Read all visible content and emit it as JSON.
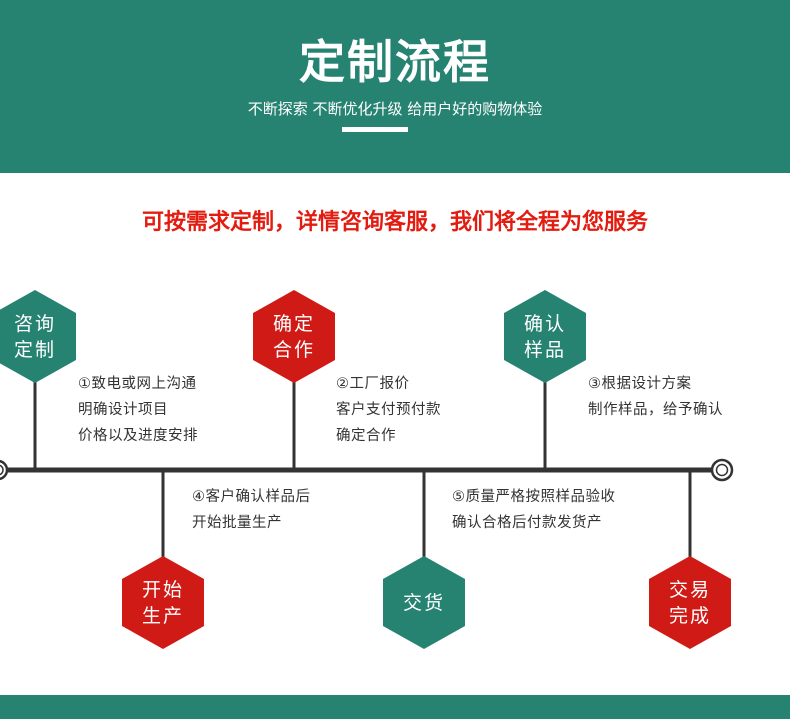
{
  "header": {
    "title": "定制流程",
    "subtitle": "不断探索 不断优化升级 给用户好的购物体验"
  },
  "slogan": "可按需求定制，详情咨询客服，我们将全程为您服务",
  "colors": {
    "green": "#268371",
    "red": "#cf1a16",
    "line": "#333333",
    "slogan": "#e21c10"
  },
  "steps": {
    "consult": {
      "line1": "咨询",
      "line2": "定制"
    },
    "confirm": {
      "line1": "确定",
      "line2": "合作"
    },
    "sample": {
      "line1": "确认",
      "line2": "样品"
    },
    "production": {
      "line1": "开始",
      "line2": "生产"
    },
    "delivery": {
      "line1": "交货"
    },
    "complete": {
      "line1": "交易",
      "line2": "完成"
    }
  },
  "descriptions": {
    "d1": [
      "①致电或网上沟通",
      "明确设计项目",
      "价格以及进度安排"
    ],
    "d2": [
      "②工厂报价",
      "客户支付预付款",
      "确定合作"
    ],
    "d3": [
      "③根据设计方案",
      "制作样品，给予确认"
    ],
    "d4": [
      "④客户确认样品后",
      "开始批量生产"
    ],
    "d5": [
      "⑤质量严格按照样品验收",
      "确认合格后付款发货产"
    ]
  }
}
